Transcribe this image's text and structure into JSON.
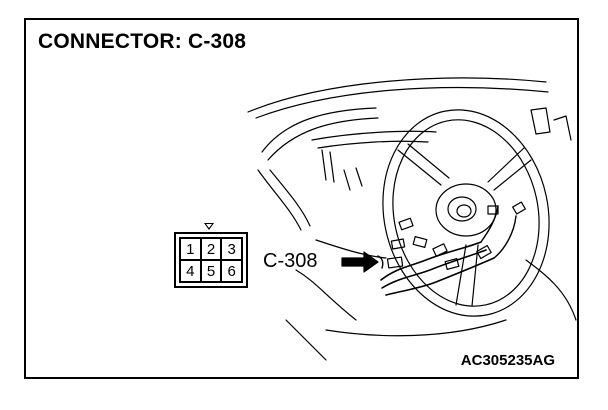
{
  "title": "CONNECTOR: C-308",
  "callout_label": "C-308",
  "figure_id": "AC305235AG",
  "connector_pins": [
    {
      "label": "1"
    },
    {
      "label": "2"
    },
    {
      "label": "3"
    },
    {
      "label": "4"
    },
    {
      "label": "5"
    },
    {
      "label": "6"
    }
  ]
}
